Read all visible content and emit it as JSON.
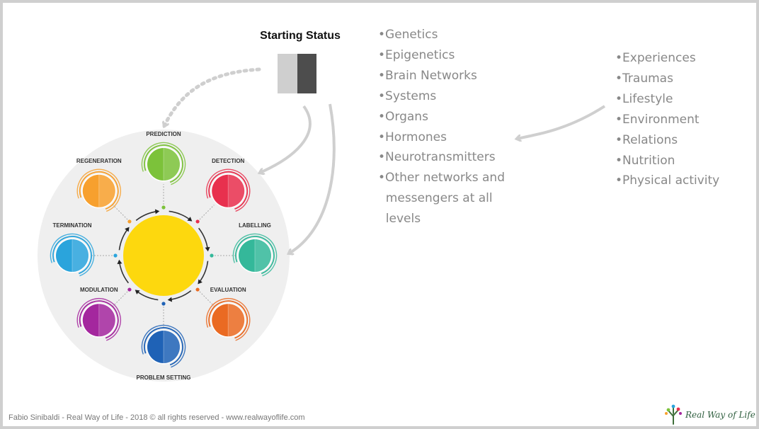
{
  "title": "Starting Status",
  "status_colors": {
    "light": "#cfcfcf",
    "dark": "#4d4d4d"
  },
  "list_left": [
    "•Genetics",
    "•Epigenetics",
    "•Brain Networks",
    "•Systems",
    "•Organs",
    "•Hormones",
    "•Neurotransmitters",
    "•Other networks and",
    "  messengers at all",
    "  levels"
  ],
  "list_right": [
    "•Experiences",
    "•Traumas",
    "•Lifestyle",
    "•Environment",
    "•Relations",
    "•Nutrition",
    "•Physical activity"
  ],
  "cycle": {
    "center_color": "#fdd80e",
    "stages": [
      {
        "label": "PREDICTION",
        "color": "#7cc23a"
      },
      {
        "label": "DETECTION",
        "color": "#e8304e"
      },
      {
        "label": "LABELLING",
        "color": "#34b89a"
      },
      {
        "label": "EVALUATION",
        "color": "#ea6a22"
      },
      {
        "label": "PROBLEM SETTING",
        "color": "#1f62b6"
      },
      {
        "label": "MODULATION",
        "color": "#a4279e"
      },
      {
        "label": "TERMINATION",
        "color": "#2aa4dc"
      },
      {
        "label": "REGENERATION",
        "color": "#f7a02e"
      }
    ]
  },
  "footer": "Fabio Sinibaldi - Real Way of Life - 2018 © all rights reserved - www.realwayoflife.com",
  "logo": {
    "text": "Real Way of Life"
  }
}
